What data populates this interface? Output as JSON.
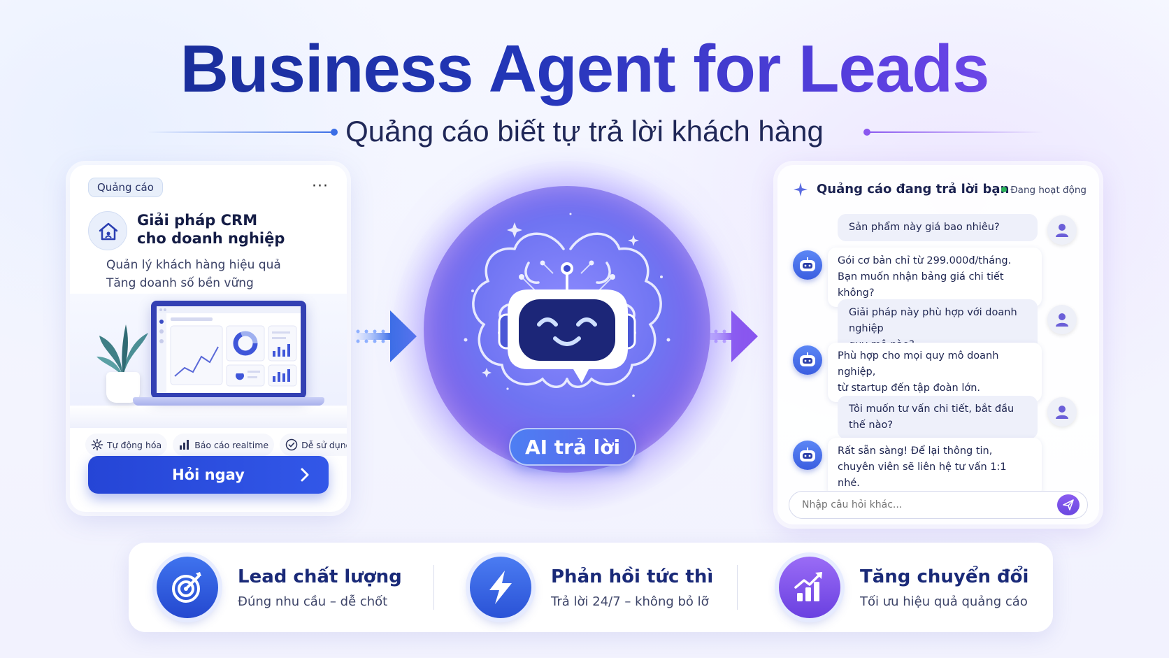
{
  "header": {
    "title": "Business Agent for Leads",
    "subtitle": "Quảng cáo biết tự trả lời khách hàng"
  },
  "ad_card": {
    "badge": "Quảng cáo",
    "more": "···",
    "name_line1": "Giải pháp CRM",
    "name_line2": "cho doanh nghiệp",
    "desc_line1": "Quản lý khách hàng hiệu quả",
    "desc_line2": "Tăng doanh số bền vững",
    "features": [
      "Tự động hóa",
      "Báo cáo realtime",
      "Dễ sử dụng"
    ],
    "cta": "Hỏi ngay"
  },
  "center": {
    "badge": "AI trả lời"
  },
  "chat": {
    "title": "Quảng cáo đang trả lời bạn",
    "status": "Đang hoạt động",
    "messages": [
      {
        "role": "user",
        "text": "Sản phẩm này giá bao nhiêu?"
      },
      {
        "role": "bot",
        "line1": "Gói cơ bản chỉ từ 299.000đ/tháng.",
        "line2": "Bạn muốn nhận bảng giá chi tiết không?"
      },
      {
        "role": "user",
        "line1": "Giải pháp này phù hợp với doanh nghiệp",
        "line2": "quy mô nào?"
      },
      {
        "role": "bot",
        "line1": "Phù hợp cho mọi quy mô doanh nghiệp,",
        "line2": "từ startup đến tập đoàn lớn."
      },
      {
        "role": "user",
        "text": "Tôi muốn tư vấn chi tiết, bắt đầu thế nào?"
      },
      {
        "role": "bot",
        "line1": "Rất sẵn sàng! Để lại thông tin,",
        "line2": "chuyên viên sẽ liên hệ tư vấn 1:1 nhé."
      }
    ],
    "input_placeholder": "Nhập câu hỏi khác..."
  },
  "benefits": [
    {
      "title": "Lead chất lượng",
      "subtitle": "Đúng nhu cầu – dễ chốt",
      "icon": "target-icon"
    },
    {
      "title": "Phản hồi tức thì",
      "subtitle": "Trả lời 24/7 – không bỏ lỡ",
      "icon": "lightning-icon"
    },
    {
      "title": "Tăng chuyển đổi",
      "subtitle": "Tối ưu hiệu quả quảng cáo",
      "icon": "growth-chart-icon"
    }
  ],
  "colors": {
    "primary_blue": "#2545d6",
    "accent_purple": "#7a55e8",
    "status_green": "#2bb35a",
    "title_navy": "#152a8c"
  }
}
